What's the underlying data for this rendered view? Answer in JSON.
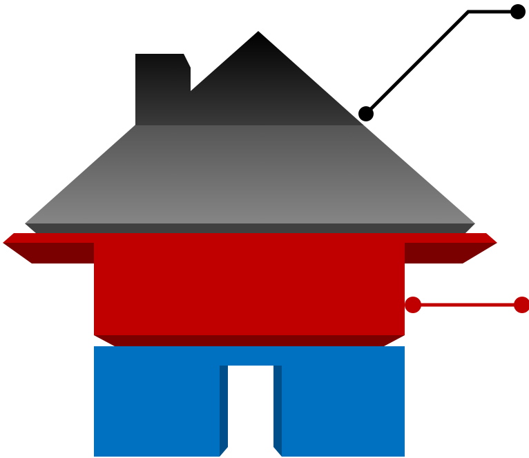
{
  "diagram": {
    "type": "house-infographic",
    "layers": [
      {
        "name": "roof",
        "color": "#5c5c5c",
        "callout": true
      },
      {
        "name": "middle-floor",
        "color": "#c00000",
        "callout": true
      },
      {
        "name": "foundation",
        "color": "#0070c0",
        "callout": false
      }
    ],
    "colors": {
      "roof_top": "#000000",
      "roof_mid": "#555555",
      "roof_bottom": "#808080",
      "roof_trim": "#404040",
      "red": "#c00000",
      "red_dark": "#7a0000",
      "blue": "#0070c0",
      "blue_dark": "#004f8a",
      "callout_black": "#000000",
      "callout_red": "#c00000"
    }
  }
}
